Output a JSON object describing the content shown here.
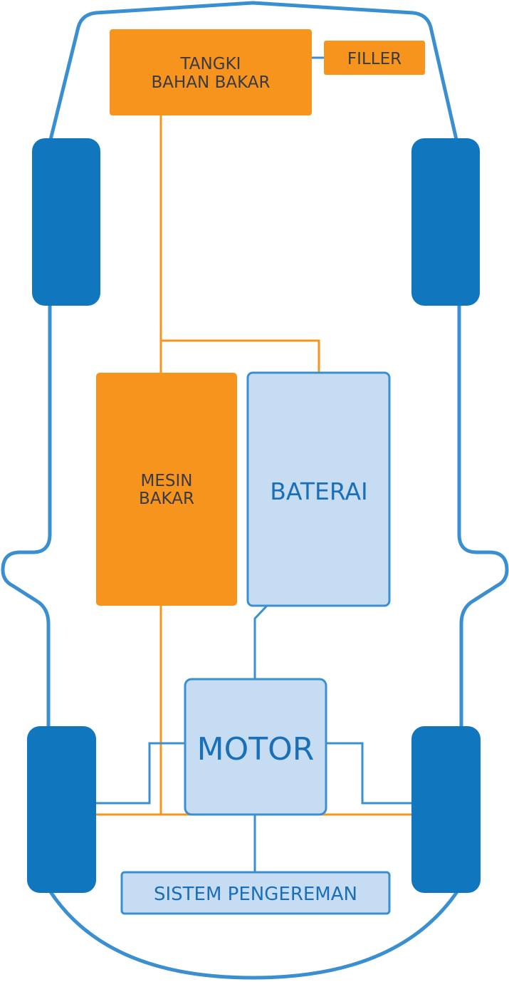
{
  "colors": {
    "outline": "#3a8fd0",
    "wheel": "#1076be",
    "fuel": "#f7941d",
    "electric": "#c5dcf2",
    "electric_stroke": "#3a8fd0"
  },
  "labels": {
    "fuel_tank_line1": "TANGKI",
    "fuel_tank_line2": "BAHAN BAKAR",
    "filler": "FILLER",
    "engine_line1": "MESIN",
    "engine_line2": "BAKAR",
    "battery": "BATERAI",
    "motor": "MOTOR",
    "braking": "SISTEM PENGEREMAN"
  }
}
